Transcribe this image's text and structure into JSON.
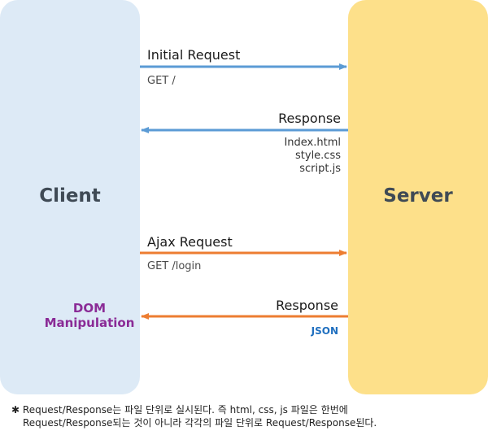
{
  "client": {
    "title": "Client"
  },
  "server": {
    "title": "Server"
  },
  "initial_request": {
    "label": "Initial Request",
    "detail": "GET /"
  },
  "response1": {
    "label": "Response",
    "files": [
      "Index.html",
      "style.css",
      "script.js"
    ]
  },
  "ajax_request": {
    "label": "Ajax Request",
    "detail": "GET /login"
  },
  "response2": {
    "label": "Response",
    "detail": "JSON"
  },
  "dom": {
    "line1": "DOM",
    "line2": "Manipulation"
  },
  "footnote": {
    "star": "✱",
    "line1": "Request/Response는 파일 단위로 실시된다. 즉 html, css, js 파일은 한번에",
    "line2": "Request/Response되는 것이 아니라 각각의 파일 단위로 Request/Response된다."
  },
  "colors": {
    "blue_arrow": "#5b9bd5",
    "orange_arrow": "#ed7d31",
    "client_bg": "#ddeaf6",
    "server_bg": "#fde08a",
    "dom_text": "#8a2b96",
    "json_text": "#1f6fbf"
  }
}
